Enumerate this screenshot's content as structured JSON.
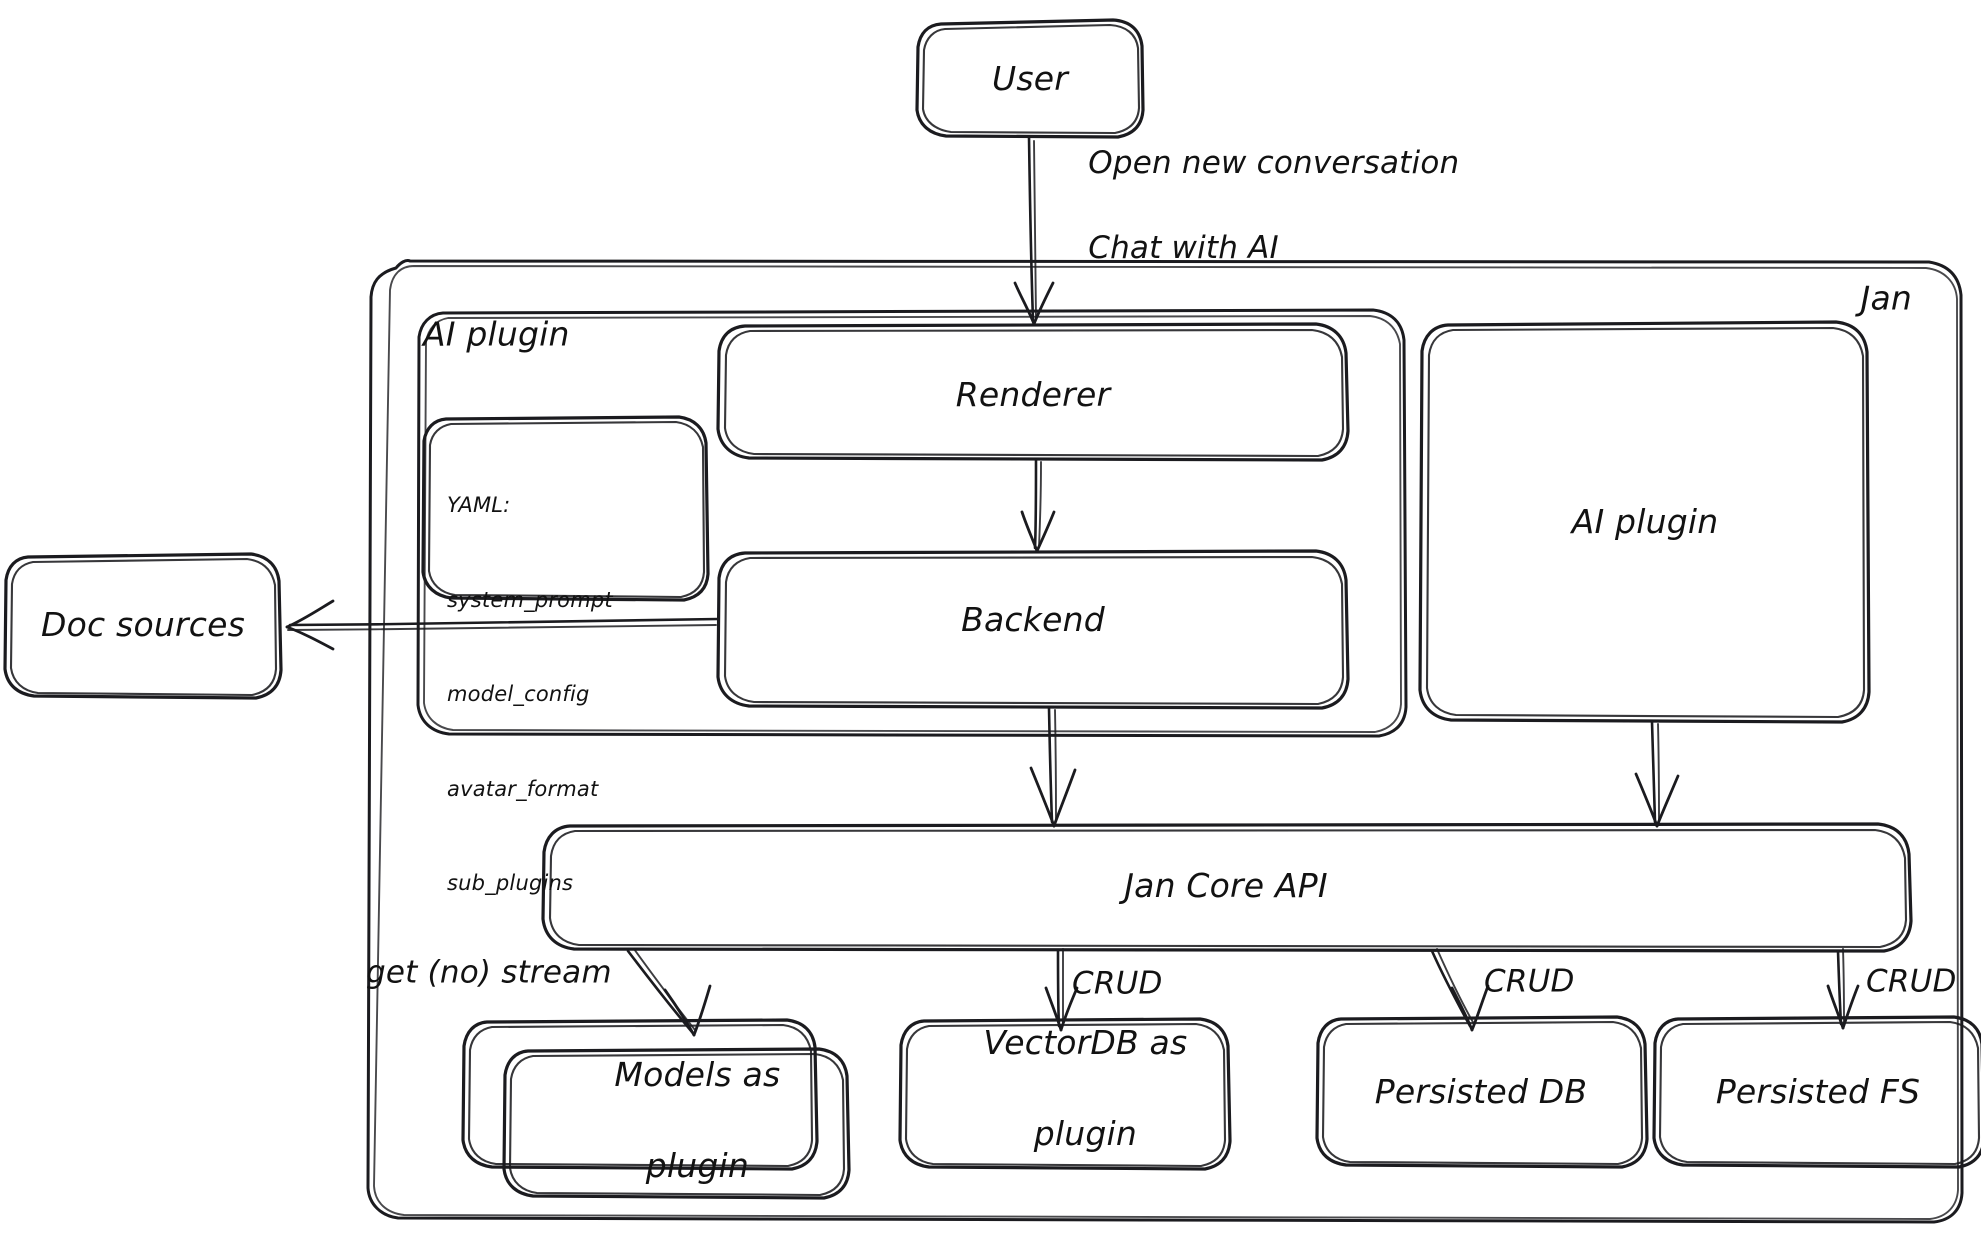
{
  "diagram": {
    "style": "hand-drawn-excalidraw",
    "stroke_color": "#1b1b1f",
    "background": "#ffffff",
    "containers": [
      {
        "id": "jan",
        "label": "Jan",
        "label_pos": "top-right"
      },
      {
        "id": "ai_plugin_group",
        "label": "AI plugin",
        "label_pos": "top-left"
      }
    ],
    "nodes": [
      {
        "id": "user",
        "label": "User"
      },
      {
        "id": "renderer",
        "label": "Renderer"
      },
      {
        "id": "backend",
        "label": "Backend"
      },
      {
        "id": "ai_plugin_box",
        "label": "AI plugin"
      },
      {
        "id": "doc_sources",
        "label": "Doc sources"
      },
      {
        "id": "jan_core_api",
        "label": "Jan Core API"
      },
      {
        "id": "models",
        "label_line1": "Models as",
        "label_line2": "plugin"
      },
      {
        "id": "vectordb",
        "label_line1": "VectorDB as",
        "label_line2": "plugin"
      },
      {
        "id": "persisted_db",
        "label": "Persisted DB"
      },
      {
        "id": "persisted_fs",
        "label": "Persisted FS"
      }
    ],
    "yaml_note": {
      "heading": "YAML:",
      "keys": [
        "system_prompt",
        "model_config",
        "avatar_format",
        "sub_plugins"
      ]
    },
    "edge_labels": {
      "user_to_renderer_line1": "Open new conversation",
      "user_to_renderer_line2": "Chat with AI",
      "core_to_models": "get (no) stream",
      "core_to_vectordb": "CRUD",
      "core_to_persisted_db": "CRUD",
      "core_to_persisted_fs": "CRUD"
    }
  }
}
